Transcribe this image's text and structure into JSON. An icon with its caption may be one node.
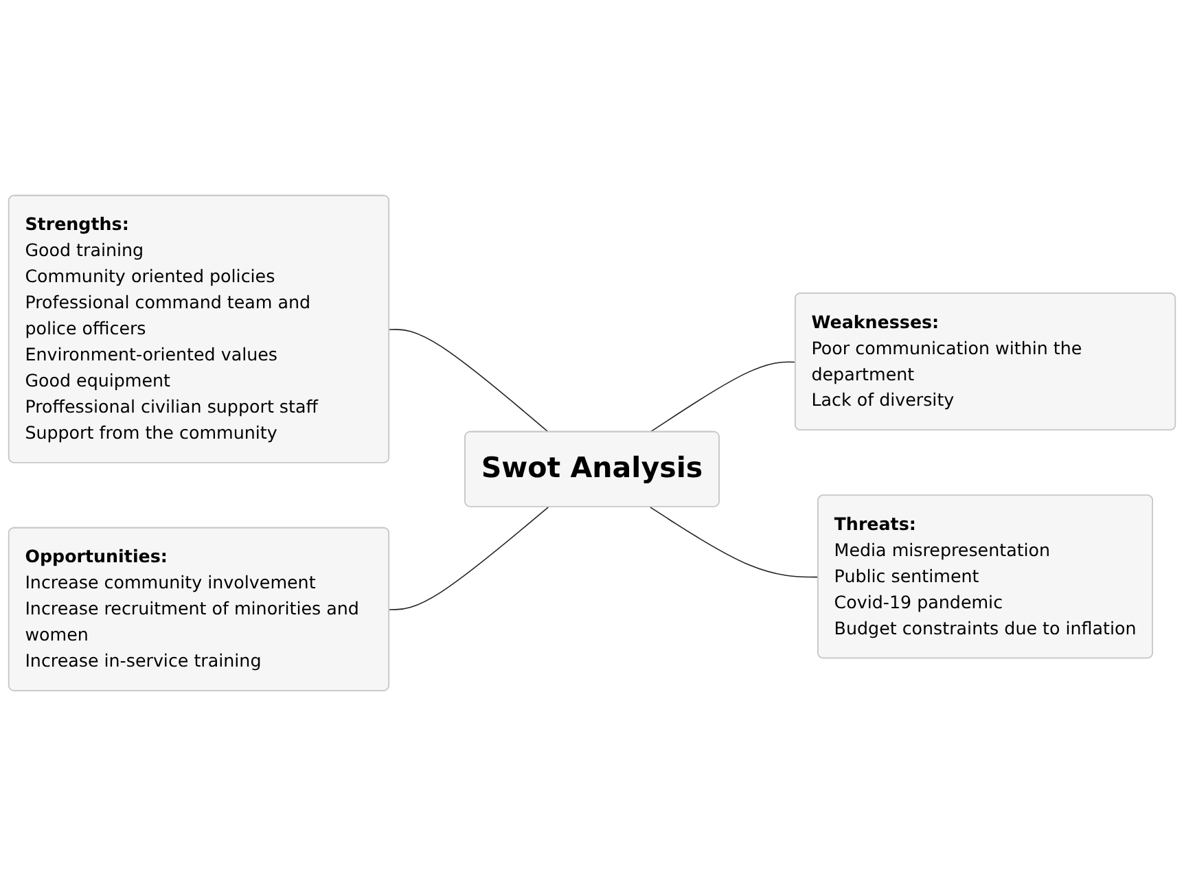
{
  "diagram": {
    "nodes": [
      {
        "text": [
          "Strengths:",
          "Good training",
          "Community oriented policies",
          "Professional command team and police officers",
          "Environment-oriented values",
          "Good equipment",
          "Proffessional civilian support staff",
          "Support from the community"
        ]
      },
      {
        "text": [
          "Weaknesses:",
          "Poor communication within the department",
          "Lack of diversity"
        ]
      },
      {
        "text": [
          "Swot Analysis"
        ]
      },
      {
        "text": [
          "Opportunities:",
          "Increase community involvement",
          "Increase recruitment of minorities and women",
          "Increase in-service training"
        ]
      },
      {
        "text": [
          "Threats:",
          "Media misrepresentation",
          "Public sentiment",
          "Covid-19 pandemic",
          "Budget constraints due to inflation"
        ]
      }
    ],
    "edges": [
      {
        "from": 0,
        "to": 2,
        "arrow": "none"
      },
      {
        "from": 2,
        "to": 1,
        "arrow": "none"
      },
      {
        "from": 3,
        "to": 2,
        "arrow": "none"
      },
      {
        "from": 2,
        "to": 4,
        "arrow": "none"
      }
    ]
  }
}
